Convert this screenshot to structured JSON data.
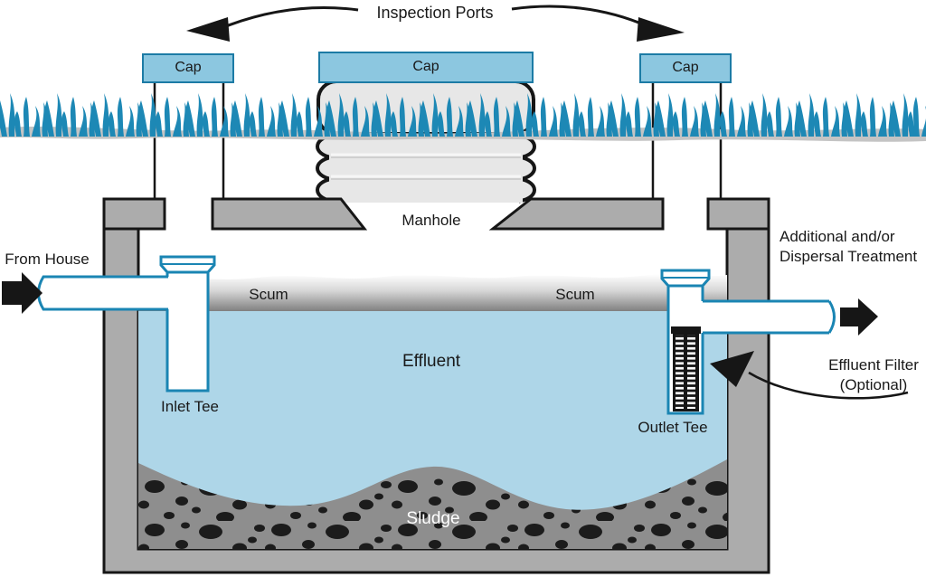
{
  "diagram": {
    "labels": {
      "inspection_ports": "Inspection Ports",
      "manhole": "Manhole",
      "from_house": "From House",
      "scum_left": "Scum",
      "scum_right": "Scum",
      "effluent": "Effluent",
      "inlet_tee": "Inlet Tee",
      "outlet_tee": "Outlet Tee",
      "sludge": "Sludge",
      "additional_treatment_line1": "Additional and/or",
      "additional_treatment_line2": "Dispersal Treatment",
      "effluent_filter_line1": "Effluent Filter",
      "effluent_filter_line2": "(Optional)"
    },
    "caps": [
      {
        "label": "Cap"
      },
      {
        "label": "Cap"
      },
      {
        "label": "Cap"
      }
    ],
    "colors": {
      "cap_fill": "#8cc7e0",
      "cap_border": "#1c7ba5",
      "grass": "#1d88b5",
      "ground": "#c4c4c4",
      "riser": "#e7e7e7",
      "wall": "#acacac",
      "effluent": "#aed6e8",
      "sludge": "#8e8e8e",
      "pipe_outline": "#1a85b3",
      "ink": "#161616"
    }
  }
}
